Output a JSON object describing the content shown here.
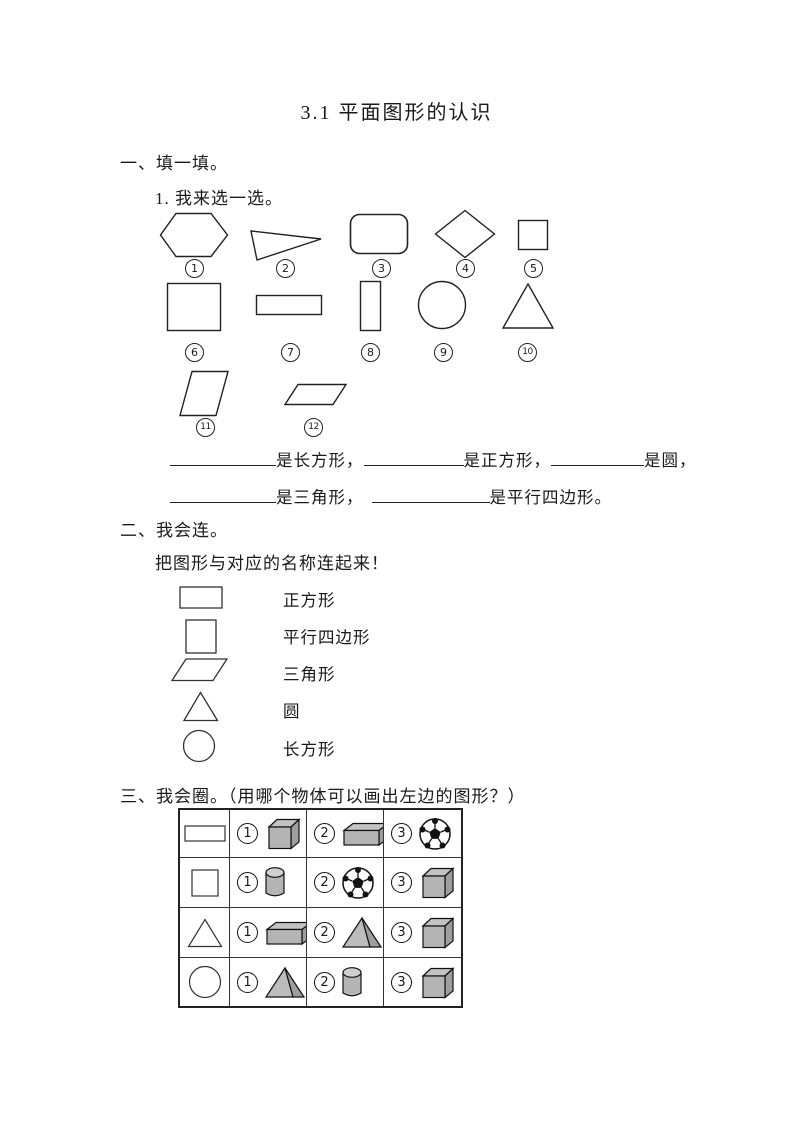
{
  "page": {
    "title": "3.1 平面图形的认识"
  },
  "section1": {
    "heading": "一、填一填。",
    "subheading": "1. 我来选一选。",
    "shape_numbers": [
      "1",
      "2",
      "3",
      "4",
      "5",
      "6",
      "7",
      "8",
      "9",
      "10",
      "11",
      "12"
    ],
    "shape_names": [
      "hexagon",
      "triangle",
      "rounded-rectangle",
      "diamond",
      "small-square",
      "square",
      "rectangle",
      "vertical-rectangle",
      "circle",
      "triangle",
      "parallelogram",
      "parallelogram"
    ],
    "fill_line1": {
      "label1": "是长方形，",
      "label2": "是正方形，",
      "label3": "是圆，"
    },
    "fill_line2": {
      "label1": "是三角形，",
      "label2": "是平行四边形。"
    }
  },
  "section2": {
    "heading": "二、我会连。",
    "instruction": "把图形与对应的名称连起来！",
    "shape_names": [
      "rectangle",
      "square",
      "parallelogram",
      "triangle",
      "circle"
    ],
    "labels": [
      "正方形",
      "平行四边形",
      "三角形",
      "圆",
      "长方形"
    ]
  },
  "section3": {
    "heading": "三、我会圈。（用哪个物体可以画出左边的图形？）",
    "table_rows": [
      {
        "target": "rectangle",
        "options": [
          {
            "num": "1",
            "object": "cube"
          },
          {
            "num": "2",
            "object": "cuboid"
          },
          {
            "num": "3",
            "object": "soccer-ball"
          }
        ]
      },
      {
        "target": "square",
        "options": [
          {
            "num": "1",
            "object": "cylinder"
          },
          {
            "num": "2",
            "object": "soccer-ball"
          },
          {
            "num": "3",
            "object": "cube"
          }
        ]
      },
      {
        "target": "triangle",
        "options": [
          {
            "num": "1",
            "object": "cuboid"
          },
          {
            "num": "2",
            "object": "triangular-prism"
          },
          {
            "num": "3",
            "object": "cube"
          }
        ]
      },
      {
        "target": "circle",
        "options": [
          {
            "num": "1",
            "object": "triangular-prism"
          },
          {
            "num": "2",
            "object": "cylinder"
          },
          {
            "num": "3",
            "object": "cube"
          }
        ]
      }
    ]
  }
}
